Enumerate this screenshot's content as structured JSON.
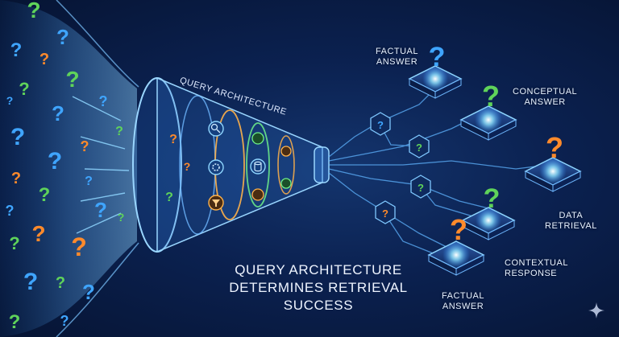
{
  "funnel": {
    "label": "QUERY ARCHITECTURE"
  },
  "headline": {
    "line1": "QUERY ARCHITECTURE",
    "line2": "DETERMINES RETRIEVAL SUCCESS"
  },
  "outcomes": [
    {
      "line1": "FACTUAL",
      "line2": "ANSWER"
    },
    {
      "line1": "CONCEPTUAL",
      "line2": "ANSWER"
    },
    {
      "line1": "DATA",
      "line2": "RETRIEVAL"
    },
    {
      "line1": "CONTEXTUAL",
      "line2": "RESPONSE"
    },
    {
      "line1": "FACTUAL",
      "line2": "ANSWER"
    }
  ],
  "palette": {
    "green": "#5fd35a",
    "blue": "#3fa5ff",
    "orange": "#ff8a2b",
    "cyan": "#7fe6ff"
  },
  "icons": [
    "question-mark-icon",
    "search-icon",
    "gear-icon",
    "database-icon",
    "filter-icon",
    "sparkle-icon"
  ]
}
